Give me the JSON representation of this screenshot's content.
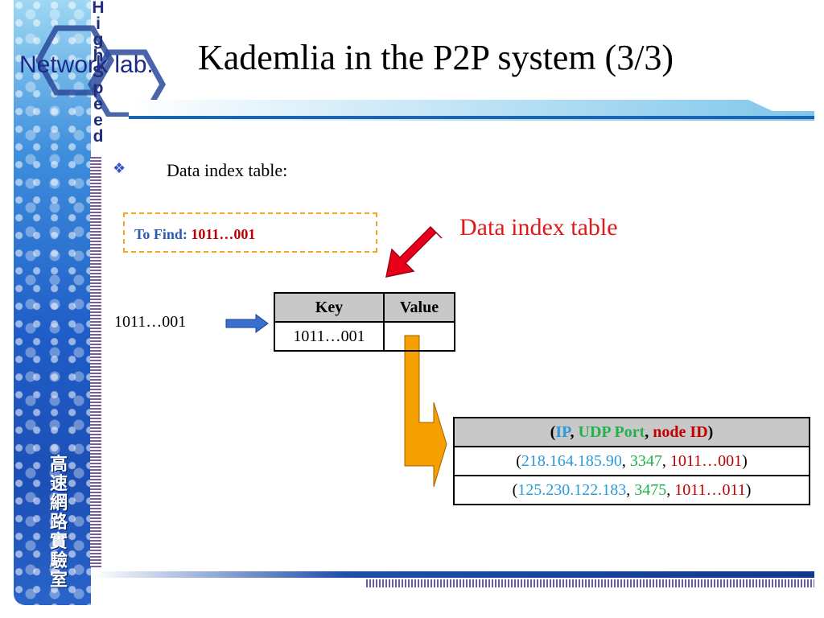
{
  "slide": {
    "title": "Kademlia in the P2P system (3/3)"
  },
  "branding": {
    "logo_text": "Network lab.",
    "side_letters": [
      "H",
      "i",
      "g",
      "h",
      "S",
      "p",
      "e",
      "e",
      "d"
    ],
    "cjk_text": [
      "高",
      "速",
      "網",
      "路",
      "實",
      "驗",
      "室"
    ]
  },
  "content": {
    "bullet_icon": "diamond-bullet-icon",
    "bullet_text": "Data index table:",
    "find_label": "To Find:",
    "find_value": "1011…001",
    "callout": "Data index table",
    "lookup_key": "1011…001"
  },
  "index_table": {
    "headers": [
      "Key",
      "Value"
    ],
    "rows": [
      [
        "1011…001",
        ""
      ]
    ]
  },
  "node_table": {
    "header": {
      "open": "(",
      "ip": "IP",
      "sep1": ", ",
      "port": "UDP Port",
      "sep2": ", ",
      "id": "node ID",
      "close": ")"
    },
    "rows": [
      {
        "ip": "218.164.185.90",
        "port": "3347",
        "id": "1011…001"
      },
      {
        "ip": "125.230.122.183",
        "port": "3475",
        "id": "1011…011"
      }
    ]
  },
  "colors": {
    "title_bar": "#4aa0d8",
    "red_arrow": "#e8001a",
    "orange_arrow": "#f5a000",
    "blue_arrow": "#3a6fd0",
    "ip": "#2b9bd8",
    "port": "#22b14c",
    "node_id": "#c00000"
  }
}
